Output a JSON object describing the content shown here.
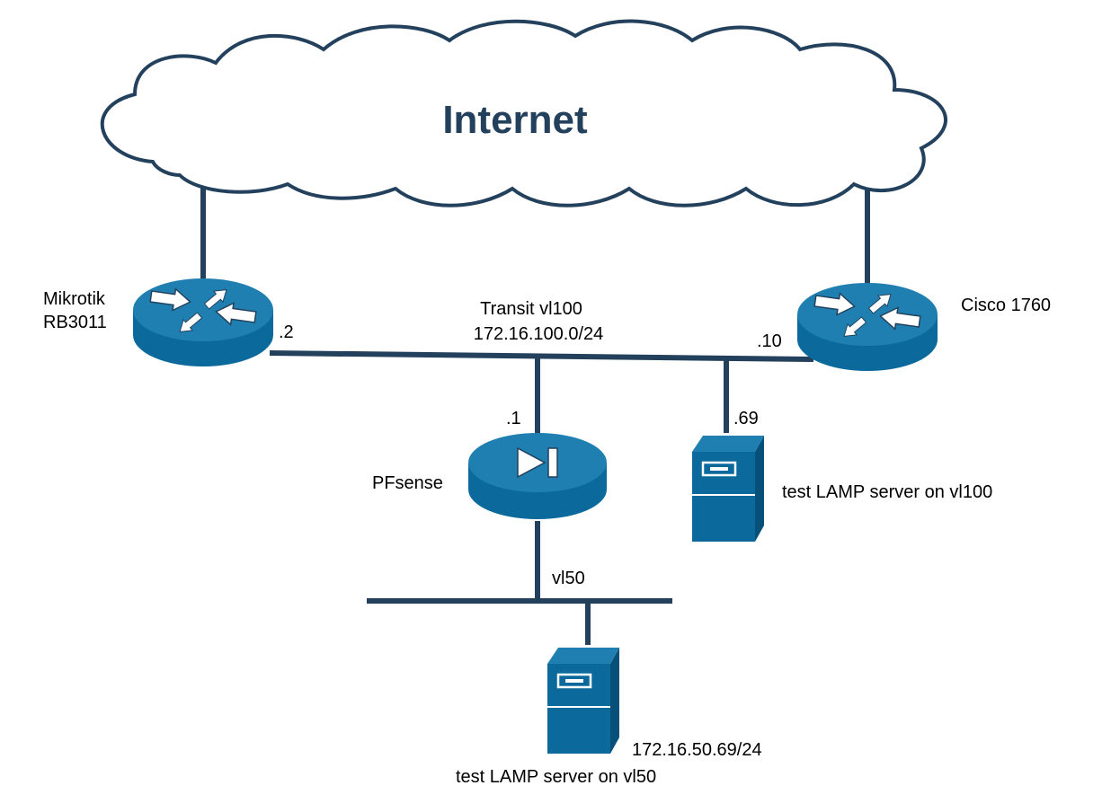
{
  "colors": {
    "line": "#23415c",
    "device_top": "#1f7fb0",
    "device_body": "#0b6a9b",
    "server_front": "#0b6a9b",
    "server_side": "#06507a",
    "cloud_stroke": "#23415c",
    "cloud_text": "#23415c"
  },
  "cloud": {
    "label": "Internet",
    "icon": "cloud-icon"
  },
  "devices": {
    "mikrotik": {
      "label_line1": "Mikrotik",
      "label_line2": "RB3011",
      "ip": ".2",
      "icon": "router-icon"
    },
    "cisco": {
      "label": "Cisco 1760",
      "ip": ".10",
      "icon": "router-icon"
    },
    "pfsense": {
      "label": "PFsense",
      "ip": ".1",
      "icon": "firewall-icon"
    },
    "lamp100": {
      "label": "test LAMP server on vl100",
      "ip": ".69",
      "icon": "server-icon"
    },
    "lamp50": {
      "label": "test LAMP server on vl50",
      "ip": "172.16.50.69/24",
      "icon": "server-icon"
    }
  },
  "networks": {
    "transit": {
      "name": "Transit vl100",
      "subnet": "172.16.100.0/24"
    },
    "vl50": {
      "name": "vl50"
    }
  }
}
